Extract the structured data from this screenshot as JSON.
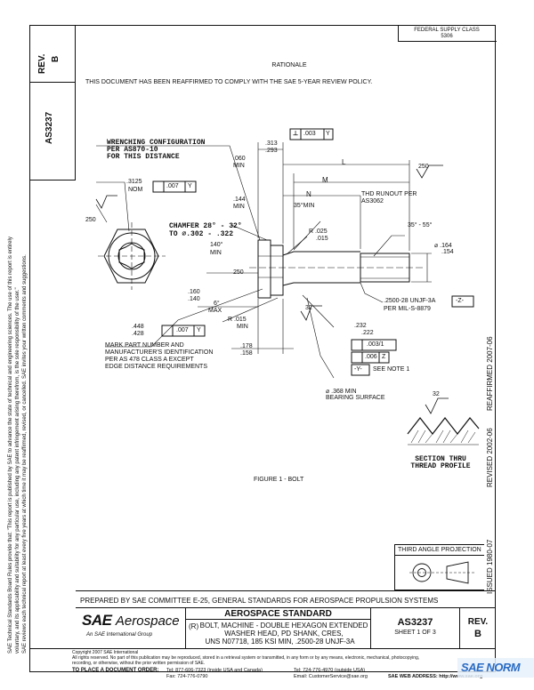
{
  "header": {
    "rev_label": "REV.",
    "rev_value": "B",
    "doc_number": "AS3237",
    "supply_class": "FEDERAL SUPPLY CLASS",
    "supply_class_number": "5306"
  },
  "rationale": {
    "title": "RATIONALE",
    "text": "THIS DOCUMENT HAS BEEN REAFFIRMED TO COMPLY WITH THE SAE 5-YEAR REVIEW POLICY."
  },
  "left_margin": {
    "line1": "SAE Technical Standards Board Rules provide that: \"This report is published by SAE to advance the state of technical and engineering sciences. The use of this report is entirely",
    "line2": "voluntary, and its applicability and suitability for any particular use, including any patent infringement arising therefrom, is the sole responsibility of the user.\"",
    "line3": "SAE reviews each technical report at least every five years at which time it may be reaffirmed, revised, or cancelled. SAE invites your written comments and suggestions."
  },
  "right_margin": {
    "issued": "ISSUED  1980-07",
    "revised": "REVISED  2002-06",
    "reaffirmed": "REAFFIRMED  2007-06"
  },
  "drawing": {
    "wrenching_1": "WRENCHING CONFIGURATION",
    "wrenching_2": "PER AS870-10",
    "wrenching_3": "FOR THIS DISTANCE",
    "nom_val": ".3125",
    "nom_label": "NOM",
    "tol_007": ".007",
    "datum_y": "Y",
    "perp_003": ".003",
    "dim_313": ".313",
    "dim_293": ".293",
    "dim_060": ".060",
    "min": "MIN",
    "dim_l": "L",
    "dim_m": "M",
    "dim_n": "N",
    "finish_250": "250",
    "dim_144": ".144",
    "angle_35min": "35°MIN",
    "thd_runout_1": "THD RUNOUT PER",
    "thd_runout_2": "AS3062",
    "angle_35_55": "35° - 55°",
    "chamfer_1": "CHAMFER 28° - 32°",
    "chamfer_2": "TO ⌀.302 - .322",
    "r_025": "R .025",
    "r_015": ".015",
    "angle_140": "140°",
    "dia_164": "⌀ .164",
    "dia_154": ".154",
    "dim_160": ".160",
    "dim_140": ".140",
    "angle_6": "6°",
    "max": "MAX",
    "thread_1": ".2500-28 UNJF-3A",
    "thread_2": "PER MIL-S-8879",
    "datum_z_box": "-Z-",
    "r_015min": "R .015",
    "finish_32": "32",
    "dia_448": ".448",
    "dia_428": ".428",
    "dia_232": ".232",
    "dia_222": ".222",
    "tol_003_1": ".003/1",
    "tol_006": ".006",
    "datum_z": "Z",
    "datum_y_box": "-Y-",
    "see_note": "SEE NOTE 1",
    "mark_1": "MARK PART NUMBER AND",
    "mark_2": "MANUFACTURER'S IDENTIFICATION",
    "mark_3": "PER AS 478 CLASS A EXCEPT",
    "mark_4": "EDGE DISTANCE REQUIREMENTS",
    "dim_178": ".178",
    "dim_158": ".158",
    "bearing_1": "⌀ .368 MIN",
    "bearing_2": "BEARING SURFACE",
    "section_1": "SECTION THRU",
    "section_2": "THREAD PROFILE",
    "figure_caption": "FIGURE 1 - BOLT"
  },
  "projection": {
    "label": "THIRD ANGLE PROJECTION"
  },
  "footer": {
    "prepared_by": "PREPARED BY SAE COMMITTEE E-25, GENERAL STANDARDS FOR AEROSPACE PROPULSION SYSTEMS",
    "sae_logo": "SAE",
    "aerospace": "Aerospace",
    "sae_intl": "An SAE International Group",
    "standard_title": "AEROSPACE STANDARD",
    "ri": "(R)",
    "desc_1": "BOLT, MACHINE - DOUBLE HEXAGON EXTENDED",
    "desc_2": "WASHER HEAD, PD SHANK, CRES,",
    "desc_3": "UNS N07718, 185 KSI MIN, .2500-28 UNJF-3A",
    "doc_number": "AS3237",
    "sheet": "SHEET 1 OF 3",
    "rev_label": "REV.",
    "rev_value": "B",
    "copyright": "Copyright 2007 SAE International",
    "rights": "All rights reserved. No part of this publication may be reproduced, stored in a retrieval system or transmitted, in any form or by any means, electronic, mechanical, photocopying,",
    "rights_2": "recording, or otherwise, without the prior written permission of SAE.",
    "order_label": "TO PLACE A DOCUMENT ORDER:",
    "tel_1": "Tel: 877-606-7323 (inside USA and Canada)",
    "tel_2": "Tel: 724-776-4970 (outside USA)",
    "fax": "Fax: 724-776-0790",
    "email": "Email: CustomerService@sae.org",
    "web": "SAE WEB ADDRESS:  http://www.sae.org",
    "watermark": "SAE NORM"
  }
}
